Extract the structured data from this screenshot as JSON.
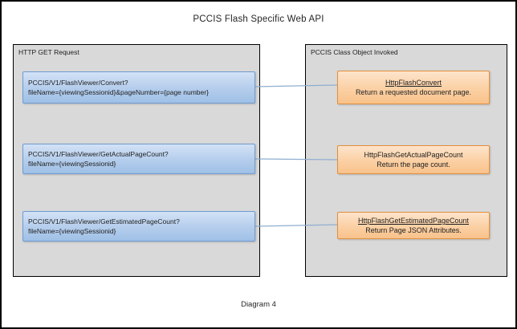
{
  "title": "PCCIS Flash Specific Web  API",
  "caption": "Diagram 4",
  "left_panel": {
    "label": "HTTP GET Request",
    "items": [
      {
        "line1": "PCCIS/V1/FlashViewer/Convert?",
        "line2": "fileName={viewingSessionid}&pageNumber={page number}"
      },
      {
        "line1": "PCCIS/V1/FlashViewer/GetActualPageCount?",
        "line2": "fileName={viewingSessionid}"
      },
      {
        "line1": "PCCIS/V1/FlashViewer/GetEstimatedPageCount?",
        "line2": "fileName={viewingSessionid}"
      }
    ]
  },
  "right_panel": {
    "label": "PCCIS Class Object Invoked",
    "items": [
      {
        "name": "HttpFlashConvert",
        "desc": "Return a requested document page.",
        "underlined": true
      },
      {
        "name": "HttpFlashGetActualPageCount",
        "desc": "Return the page count.",
        "underlined": false
      },
      {
        "name": "HttpFlashGetEstimatedPageCount",
        "desc": "Return Page JSON Attributes.",
        "underlined": true
      }
    ]
  },
  "colors": {
    "panel_gray": "#d9d9d9",
    "request_blue_fill": "#b4cdec",
    "request_blue_border": "#6f9bd1",
    "response_orange_fill": "#fbd0a4",
    "response_orange_border": "#e08f3c",
    "connector": "#8faecf",
    "border_black": "#000000"
  }
}
